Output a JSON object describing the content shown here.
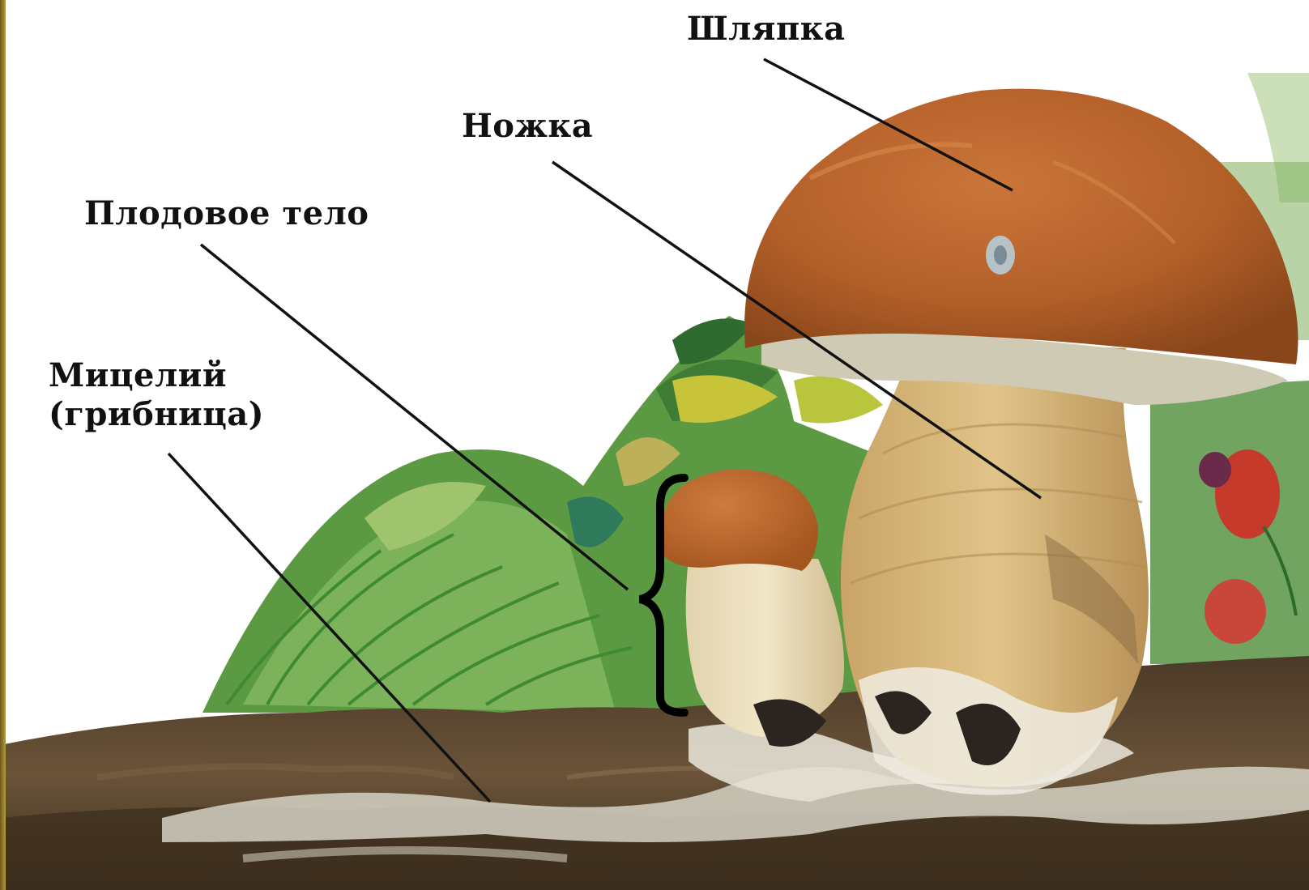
{
  "labels": {
    "cap": "Шляпка",
    "stem": "Ножка",
    "fruiting_body": "Плодовое тело",
    "mycelium_line1": "Мицелий",
    "mycelium_line2": "(грибница)"
  },
  "colors": {
    "cap": "#b8652a",
    "cap_dark": "#8f4a1c",
    "stem": "#d9b679",
    "gills": "#cfcab3",
    "soil": "#5a4630",
    "mycelium": "#d6d2c6",
    "grass": "#4e9a3a",
    "leader_line": "#111111",
    "frame": "#9c8430"
  },
  "icons": {
    "brace": "curly-brace-icon"
  }
}
